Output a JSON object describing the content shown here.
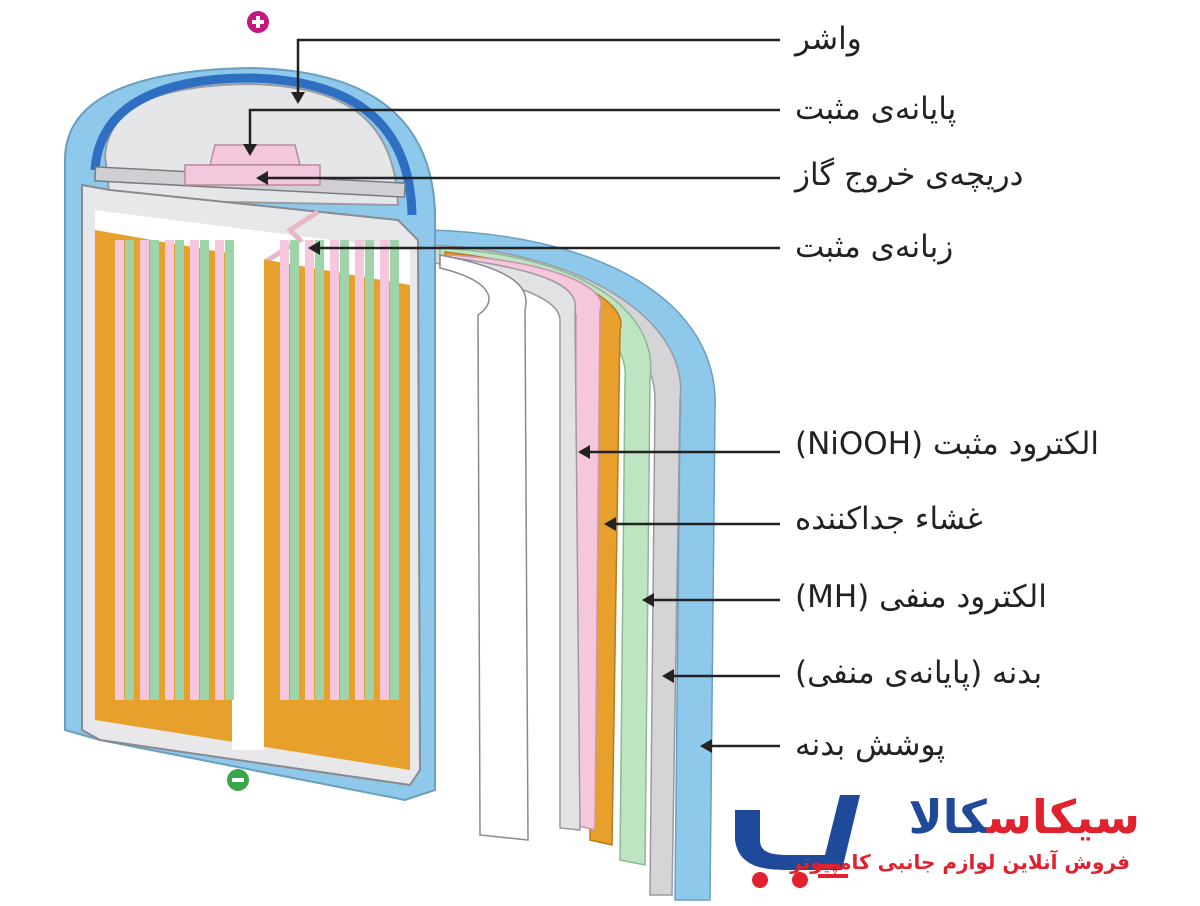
{
  "terminals": {
    "positive": "+",
    "negative": "−"
  },
  "labels": [
    "واشر",
    "پایانه‌ی مثبت",
    "دریچه‌ی خروج گاز",
    "زبانه‌ی مثبت",
    "الکترود مثبت (NiOOH)",
    "غشاء جداکننده",
    "الکترود منفی (MH)",
    "بدنه (پایانه‌ی منفی)",
    "پوشش بدنه"
  ],
  "brand": {
    "name_red": "سیکاس",
    "name_blue": "کالا",
    "tagline": "فروش آنلاین لوازم جانبی کامپیوتر"
  },
  "colors": {
    "jacket": "#8ec9ec",
    "can": "#c8c8cc",
    "negative_electrode": "#9fd4a8",
    "separator": "#f6c7dc",
    "positive_electrode": "#e8a02c",
    "washer": "#2e6fc2",
    "brand_red": "#e2212f",
    "brand_blue": "#1f4a9a",
    "plus_mark": "#c2187f",
    "minus_mark": "#3aa64a"
  }
}
